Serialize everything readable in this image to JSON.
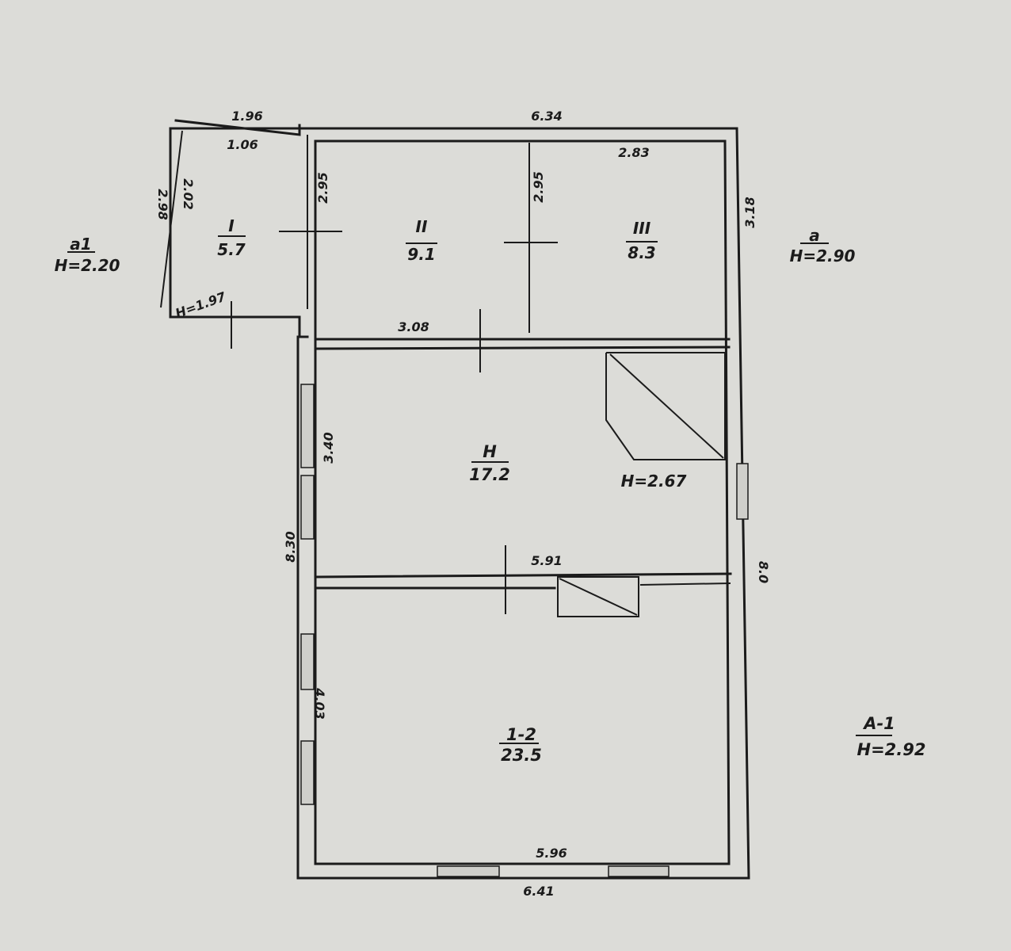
{
  "rooms": {
    "room_i": {
      "number": "I",
      "area": "5.7"
    },
    "room_ii": {
      "number": "II",
      "area": "9.1"
    },
    "room_iii": {
      "number": "III",
      "area": "8.3"
    },
    "room_h": {
      "number": "H",
      "area": "17.2"
    },
    "room_1_2": {
      "number": "1-2",
      "area": "23.5"
    }
  },
  "sections": {
    "a1": {
      "label": "а1",
      "height": "H=2.20"
    },
    "a": {
      "label": "а",
      "height": "H=2.90"
    },
    "A1": {
      "label": "А-1",
      "height": "H=2.92"
    },
    "annex_height": "H=1.97",
    "h_height": "H=2.67"
  },
  "dimensions": {
    "top_annex_outer": "1.96",
    "top_annex_inner": "1.06",
    "annex_left_outer": "2.98",
    "annex_left_inner": "2.02",
    "top_outer": "6.34",
    "top_inner": "2.83",
    "room_ii_height": "2.95",
    "room_ii_iii_wall": "2.95",
    "right_upper": "3.18",
    "room_ii_bottom": "3.08",
    "left_h": "3.40",
    "left_total": "8.30",
    "mid_wall": "5.91",
    "right_total": "8.0",
    "left_bottom": "4.03",
    "bottom_inner": "5.96",
    "bottom_outer": "6.41"
  },
  "colors": {
    "paper": "#dcdcd8",
    "ink": "#1b1b1b"
  }
}
